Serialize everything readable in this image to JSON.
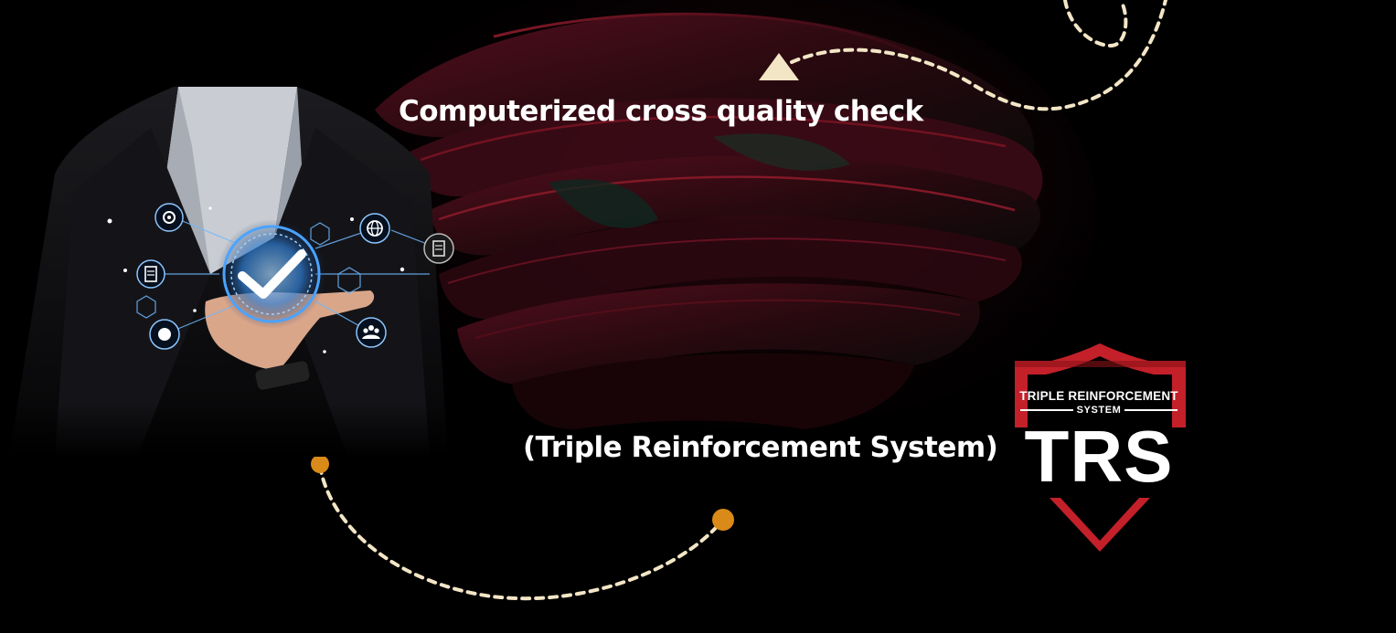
{
  "headline": "Computerized cross quality check",
  "subline": "(Triple Reinforcement System)",
  "badge": {
    "top_text": "TRIPLE REINFORCEMENT",
    "sub_text": "SYSTEM",
    "main_text": "TRS"
  },
  "colors": {
    "background": "#000000",
    "text": "#ffffff",
    "dash_path": "#f3e6c6",
    "accent_orange": "#d98a18",
    "accent_red": "#c3202a",
    "sculpture_red": "#4a0d1a"
  },
  "icons": [
    "checkmark-icon",
    "gear-badge-icon",
    "globe-icon",
    "document-icon",
    "team-icon"
  ]
}
